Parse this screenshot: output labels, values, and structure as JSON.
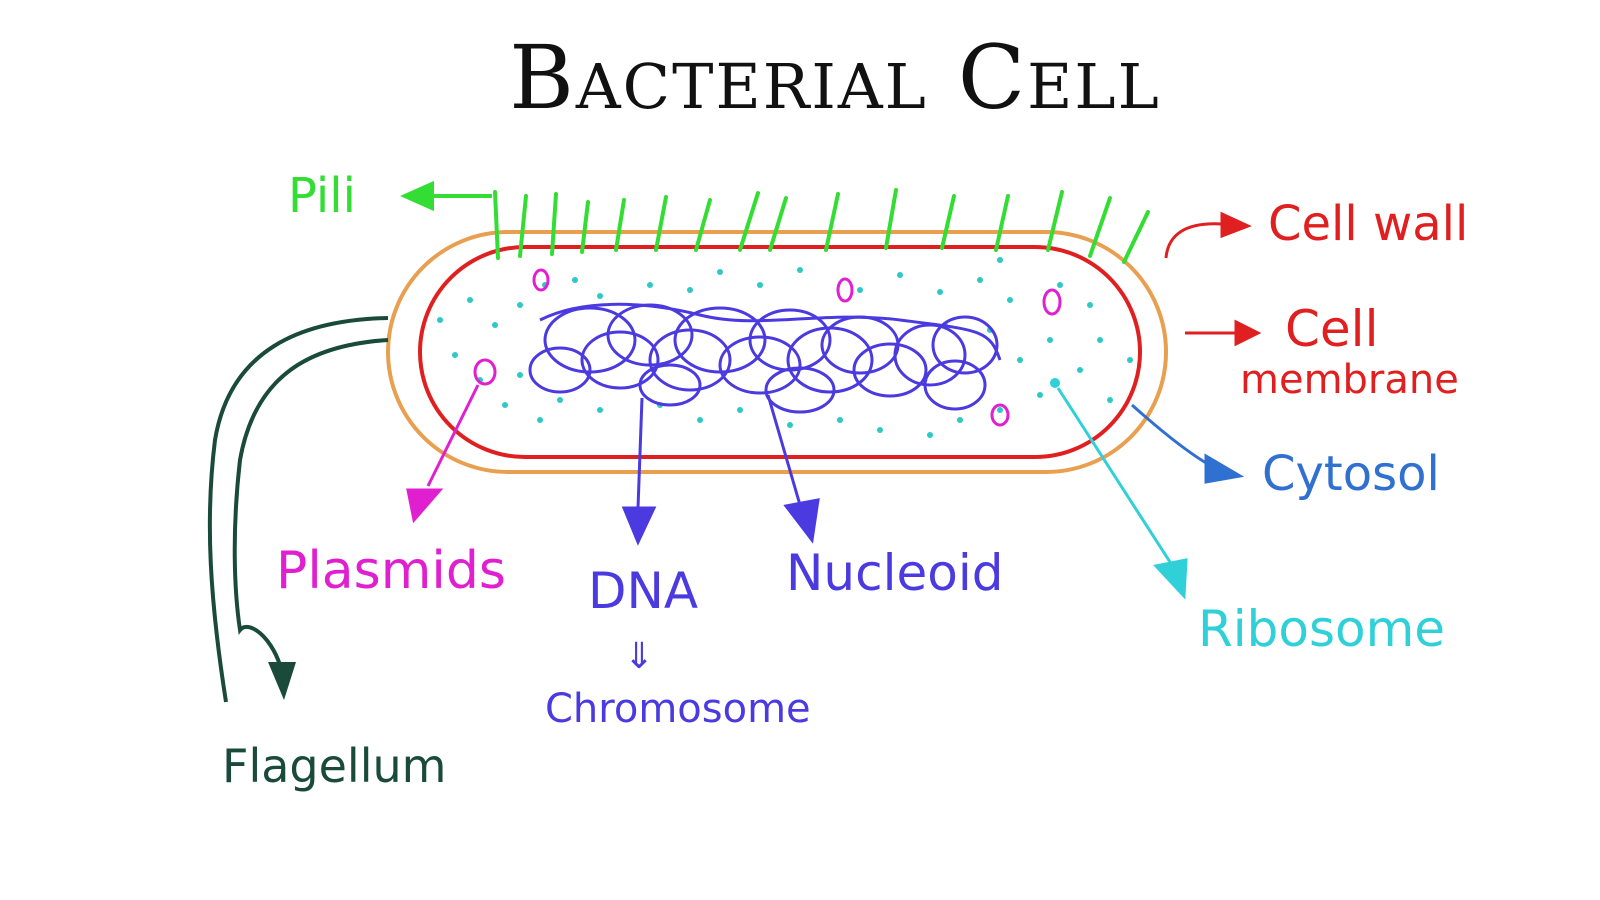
{
  "title": "Bacterial Cell",
  "labels": {
    "pili": "Pili",
    "cell_wall": "Cell wall",
    "cell_membrane_line1": "Cell",
    "cell_membrane_line2": "membrane",
    "cytosol": "Cytosol",
    "ribosome": "Ribosome",
    "nucleoid": "Nucleoid",
    "dna": "DNA",
    "dna_arrow": "⇓",
    "chromosome": "Chromosome",
    "plasmids": "Plasmids",
    "flagellum": "Flagellum"
  },
  "colors": {
    "title": "#111111",
    "pili": "#33dd33",
    "cell_wall": "#e8a050",
    "cell_membrane": "#e02020",
    "cytosol_dots": "#2ec8c8",
    "nucleoid": "#4a3ae0",
    "plasmids": "#e020d0",
    "cytosol_label": "#3070d0",
    "ribosome_label": "#30d0d8",
    "flagellum": "#1a4a3a"
  }
}
